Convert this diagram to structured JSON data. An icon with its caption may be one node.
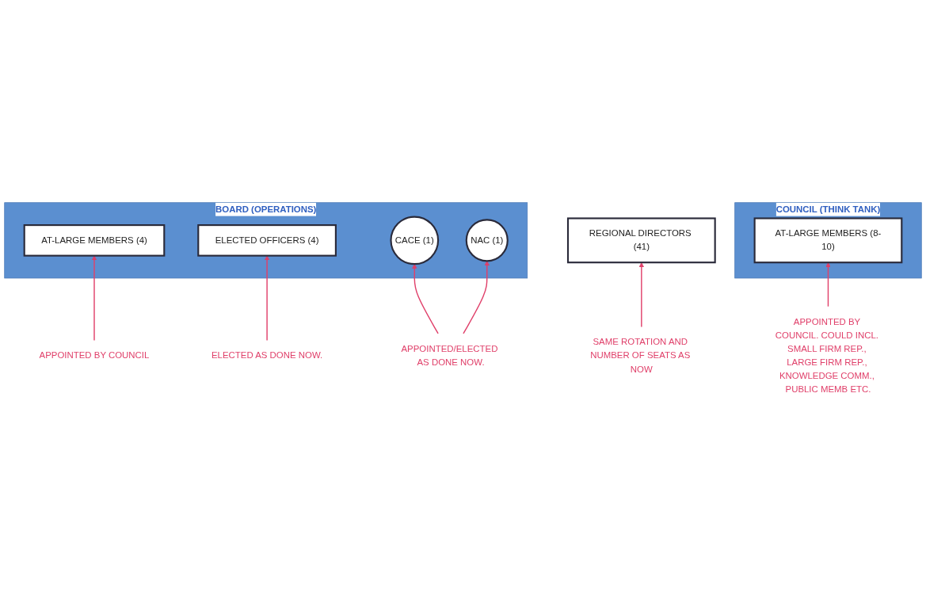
{
  "diagram": {
    "nodes": [
      {
        "text": [
          "COUNCIL (THINK TANK)"
        ]
      },
      {
        "text": [
          "REGIONAL DIRECTORS (41)"
        ]
      },
      {
        "text": [
          "AT-LARGE MEMBERS (8-10)"
        ],
        "in": 0
      },
      {
        "text": [
          "APPOINTED BY COUNCIL. COULD INCL. SMALL FIRM REP., LARGE FIRM REP., KNOWLEDGE COMM., PUBLIC MEMB ETC."
        ]
      },
      {
        "text": [
          "SAME ROTATION AND NUMBER OF SEATS AS NOW"
        ]
      },
      {
        "text": [
          "BOARD (OPERATIONS)"
        ]
      },
      {
        "text": [
          "AT-LARGE MEMBERS (4)"
        ],
        "in": 5
      },
      {
        "text": [
          "ELECTED OFFICERS (4)"
        ],
        "in": 5
      },
      {
        "text": [
          "ELECTED AS DONE NOW."
        ]
      },
      {
        "text": [
          "CACE (1)"
        ],
        "in": 5
      },
      {
        "text": [
          "NAC (1)"
        ],
        "in": 5
      },
      {
        "text": [
          "APPOINTED/ELECTED AS DONE NOW."
        ]
      },
      {
        "text": [
          "APPOINTED BY COUNCIL"
        ]
      }
    ],
    "edges": [
      {
        "from": 3,
        "to": 2,
        "arrow": "to"
      },
      {
        "from": 4,
        "to": 1,
        "arrow": "to"
      },
      {
        "from": 8,
        "to": 7,
        "arrow": "to"
      },
      {
        "from": 11,
        "to": 9,
        "arrow": "to"
      },
      {
        "from": 11,
        "to": 10,
        "arrow": "to"
      },
      {
        "from": 12,
        "to": 6,
        "arrow": "to"
      }
    ]
  }
}
